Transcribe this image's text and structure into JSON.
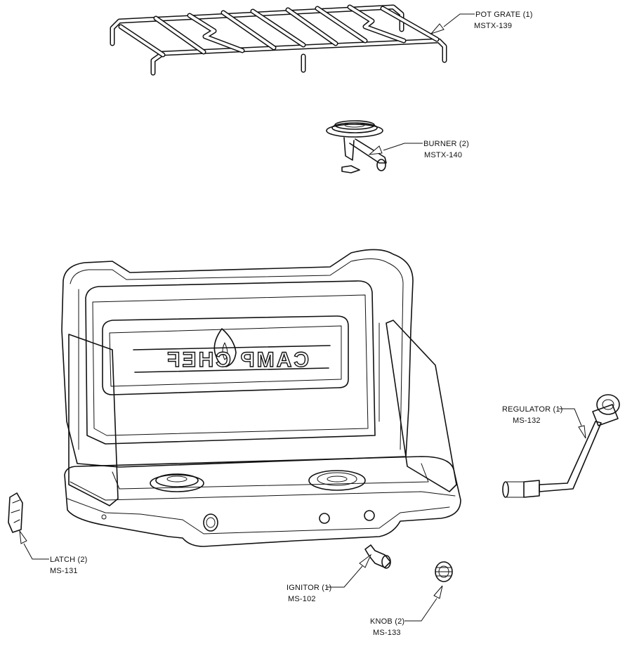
{
  "parts": [
    {
      "id": "pot-grate",
      "name": "POT GRATE (1)",
      "part_no": "MSTX-139"
    },
    {
      "id": "burner",
      "name": "BURNER (2)",
      "part_no": "MSTX-140"
    },
    {
      "id": "regulator",
      "name": "REGULATOR (1)",
      "part_no": "MS-132"
    },
    {
      "id": "latch",
      "name": "LATCH (2)",
      "part_no": "MS-131"
    },
    {
      "id": "ignitor",
      "name": "IGNITOR (1)",
      "part_no": "MS-102"
    },
    {
      "id": "knob",
      "name": "KNOB (2)",
      "part_no": "MS-133"
    }
  ],
  "brand_logo": "CAMP CHEF"
}
